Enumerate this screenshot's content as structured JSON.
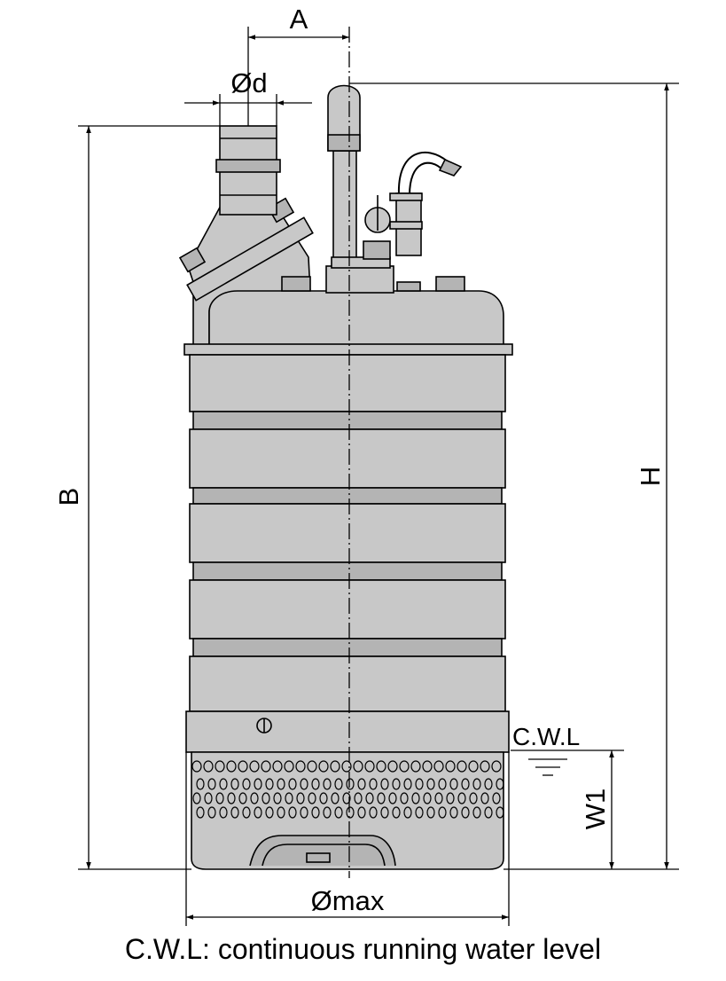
{
  "diagram": {
    "labels": {
      "a": "A",
      "d": "Ød",
      "b": "B",
      "h": "H",
      "cwl": "C.W.L",
      "w1": "W1",
      "max": "Ømax"
    },
    "caption": "C.W.L: continuous running water level",
    "colors": {
      "body": "#c8c8c8",
      "body_dark": "#b4b4b4",
      "line": "#000000"
    }
  }
}
